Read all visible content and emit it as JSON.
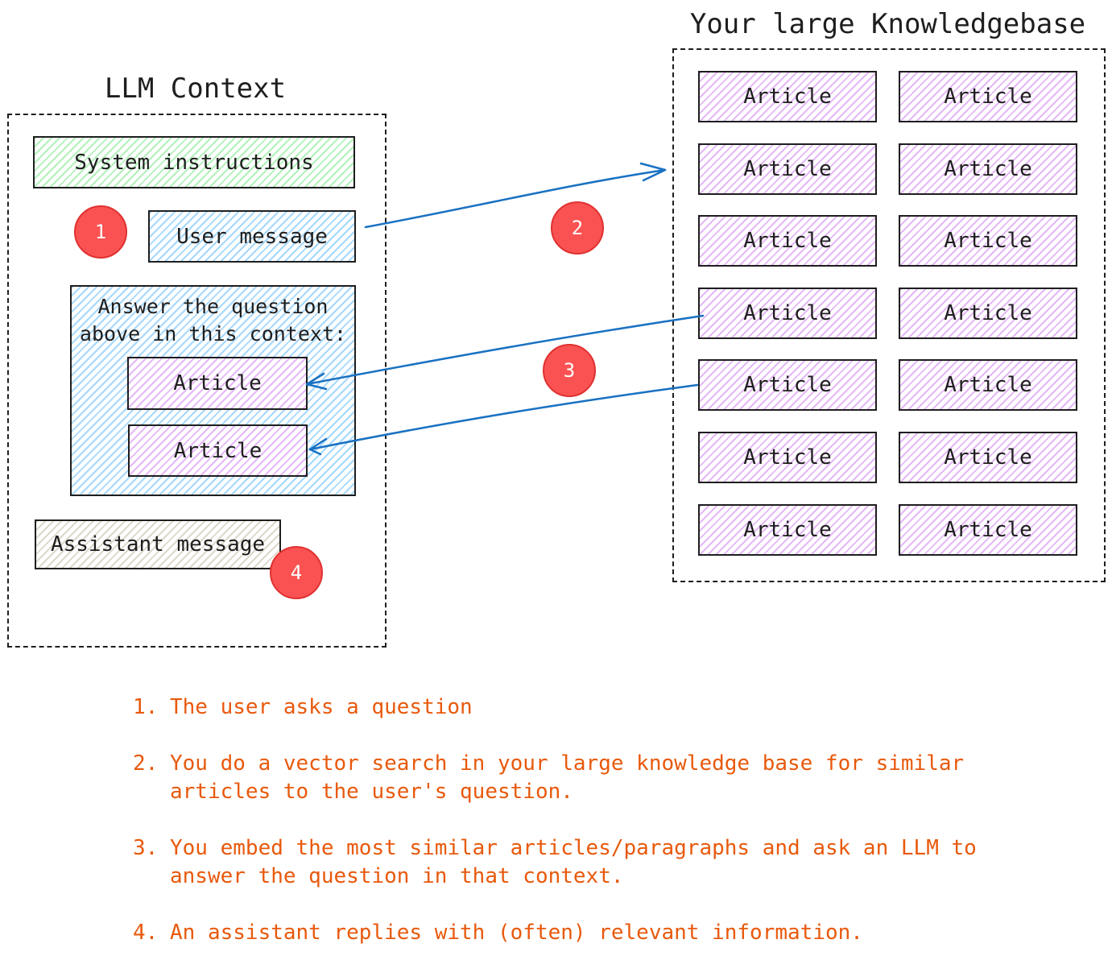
{
  "llm_context": {
    "title": "LLM Context",
    "system_instructions": "System instructions",
    "user_message": "User message",
    "answer_prompt_line1": "Answer the question",
    "answer_prompt_line2": "above in this context:",
    "embedded_articles": [
      "Article",
      "Article"
    ],
    "assistant_message": "Assistant message"
  },
  "knowledgebase": {
    "title": "Your large Knowledgebase",
    "articles": [
      "Article",
      "Article",
      "Article",
      "Article",
      "Article",
      "Article",
      "Article",
      "Article",
      "Article",
      "Article",
      "Article",
      "Article",
      "Article",
      "Article"
    ]
  },
  "badges": [
    "1",
    "2",
    "3",
    "4"
  ],
  "notes": [
    {
      "num": "1.",
      "lines": [
        "The user asks a question"
      ]
    },
    {
      "num": "2.",
      "lines": [
        "You do a vector search in your large knowledge base for similar",
        "articles to the user's question."
      ]
    },
    {
      "num": "3.",
      "lines": [
        "You embed the most similar articles/paragraphs and ask an LLM to",
        "answer the question in that context."
      ]
    },
    {
      "num": "4.",
      "lines": [
        "An assistant replies with (often) relevant information."
      ]
    }
  ],
  "colors": {
    "badge": "#fa5252",
    "arrow": "#1971c2",
    "notes_text": "#e8590c",
    "hatch_green": "#b2f2bb",
    "hatch_blue": "#a5d8ff",
    "hatch_purple": "#e5b8f8"
  }
}
